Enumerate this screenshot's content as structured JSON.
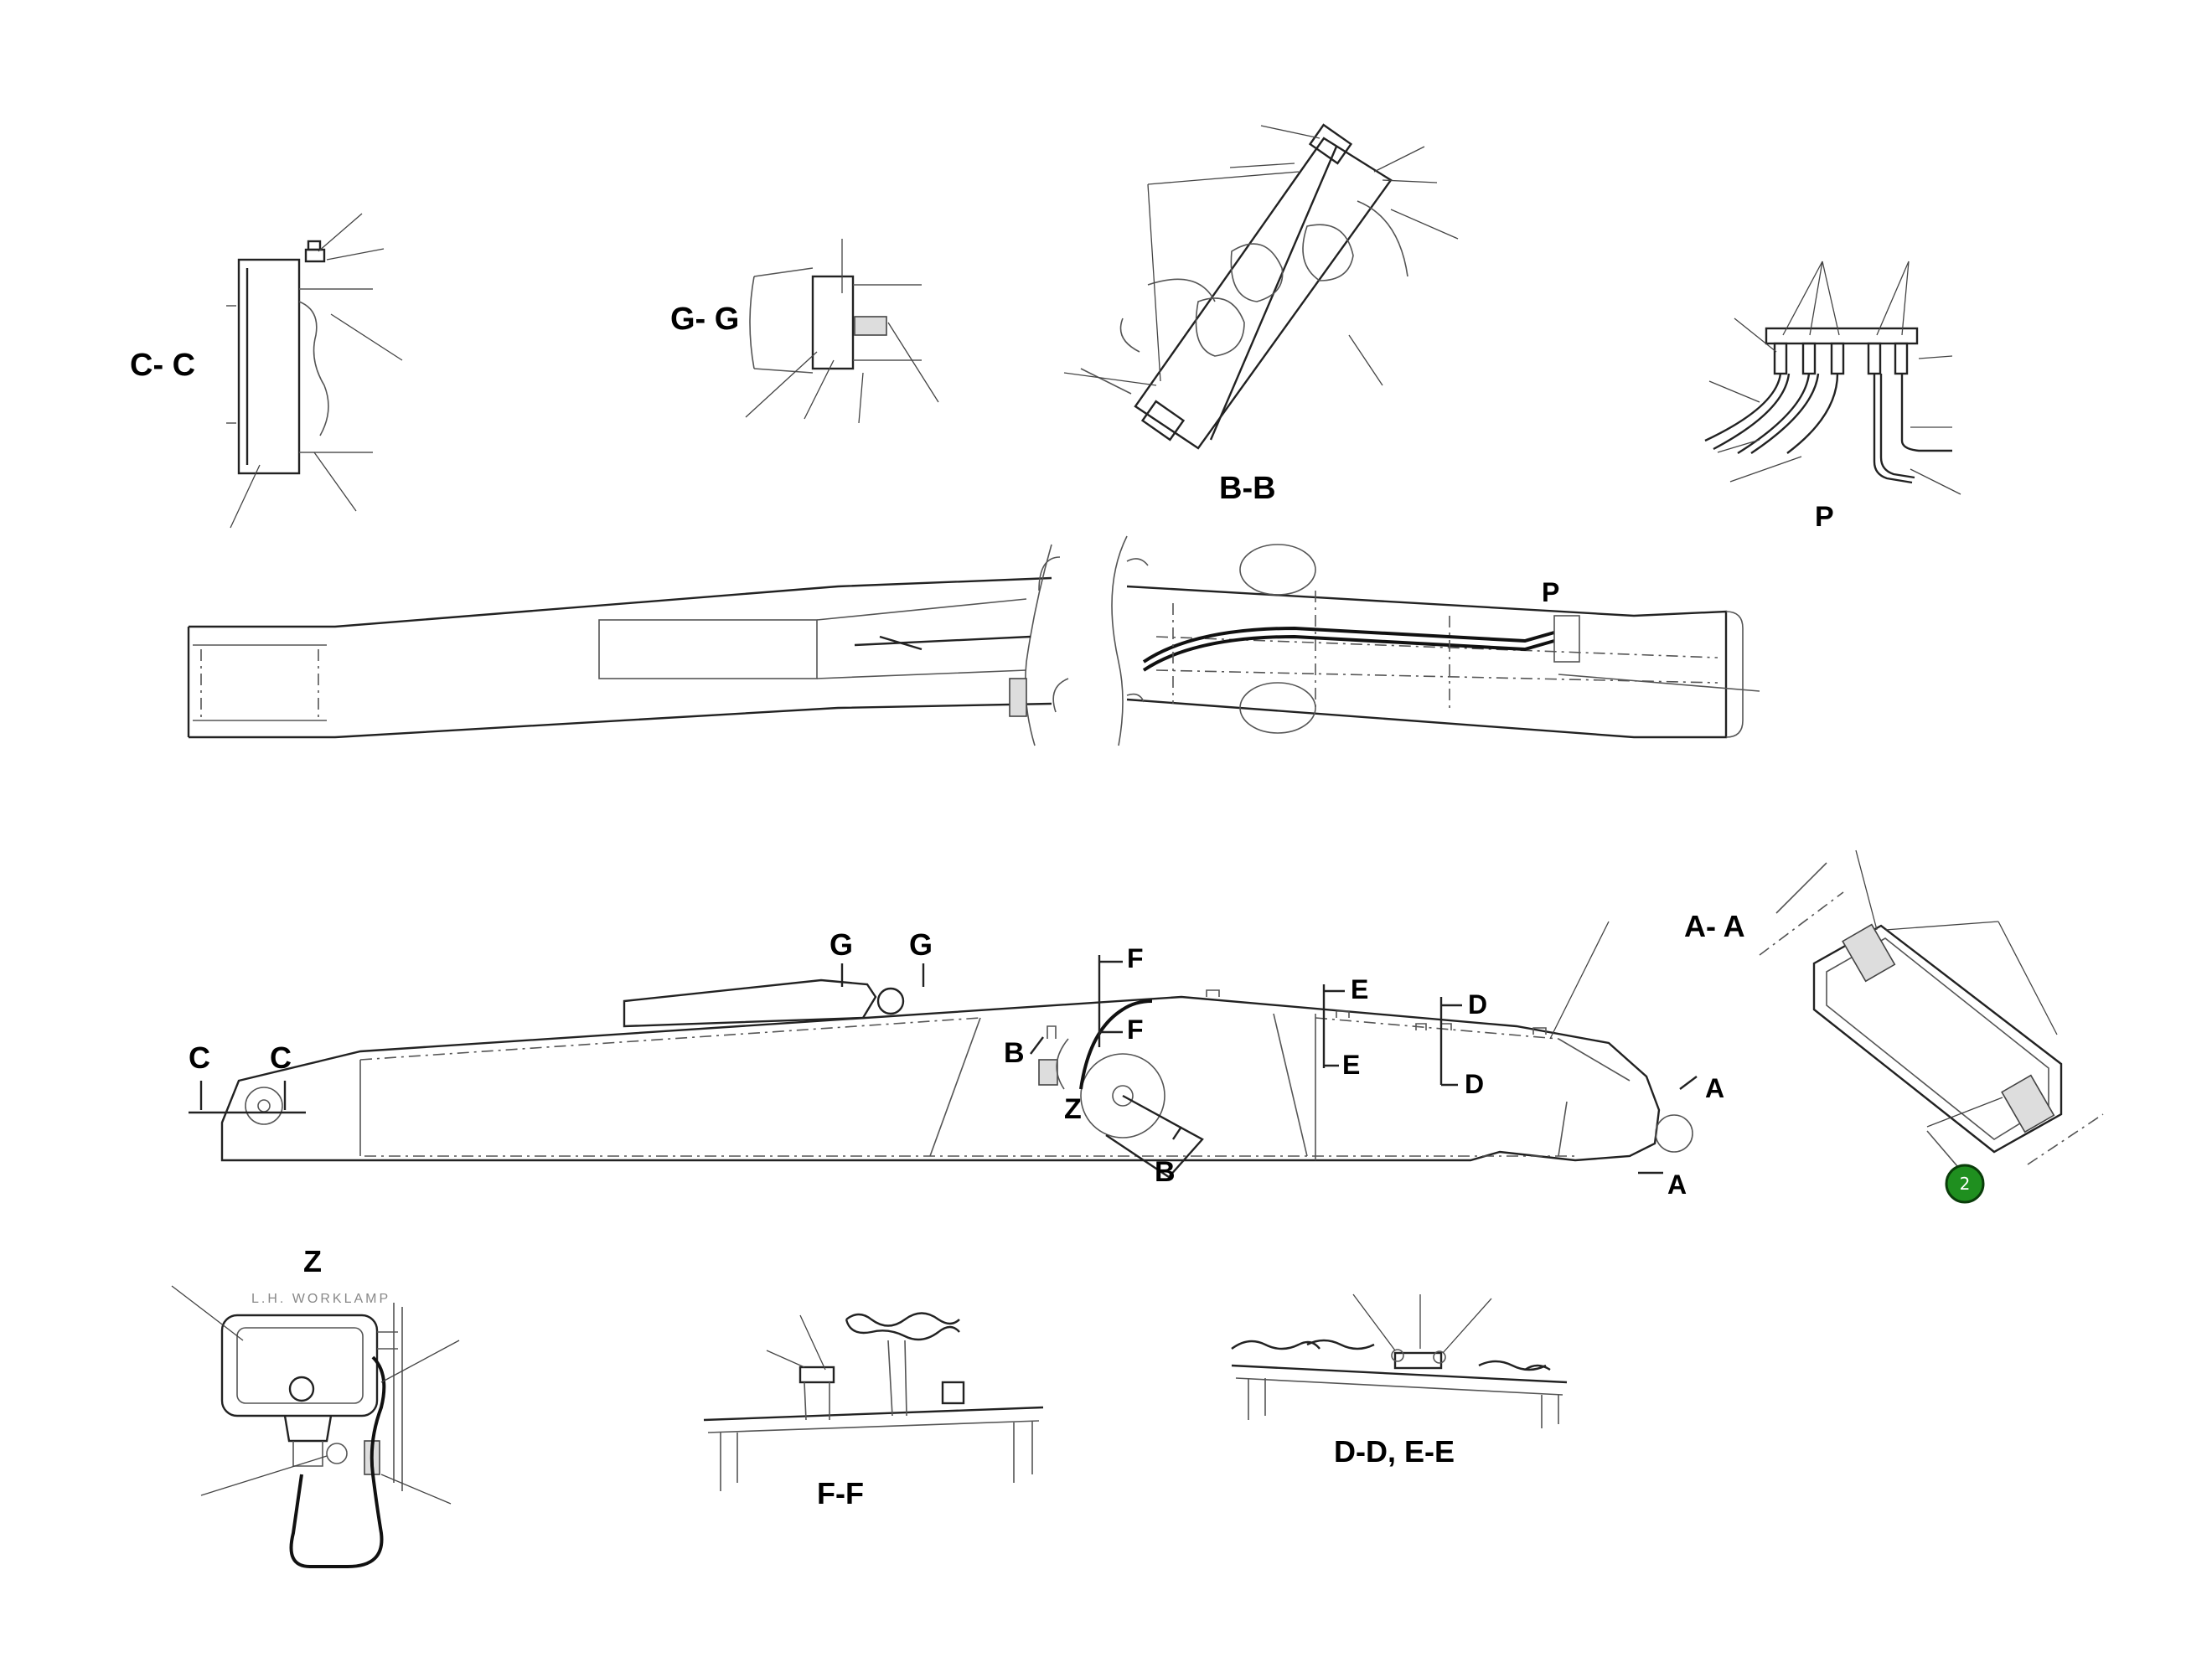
{
  "views": {
    "cc": "C- C",
    "gg": "G- G",
    "bb": "B-B",
    "p": "P",
    "aa": "A- A",
    "z": "Z",
    "ff": "F-F",
    "dd_ee": "D-D, E-E"
  },
  "section_markers": {
    "c": "C",
    "g": "G",
    "f": "F",
    "e": "E",
    "d": "D",
    "b": "B",
    "a": "A",
    "z": "Z",
    "p": "P"
  },
  "detail_z_caption": "L.H. WORKLAMP",
  "callout_badge": {
    "label": "2",
    "color": "#1f8f1f"
  }
}
